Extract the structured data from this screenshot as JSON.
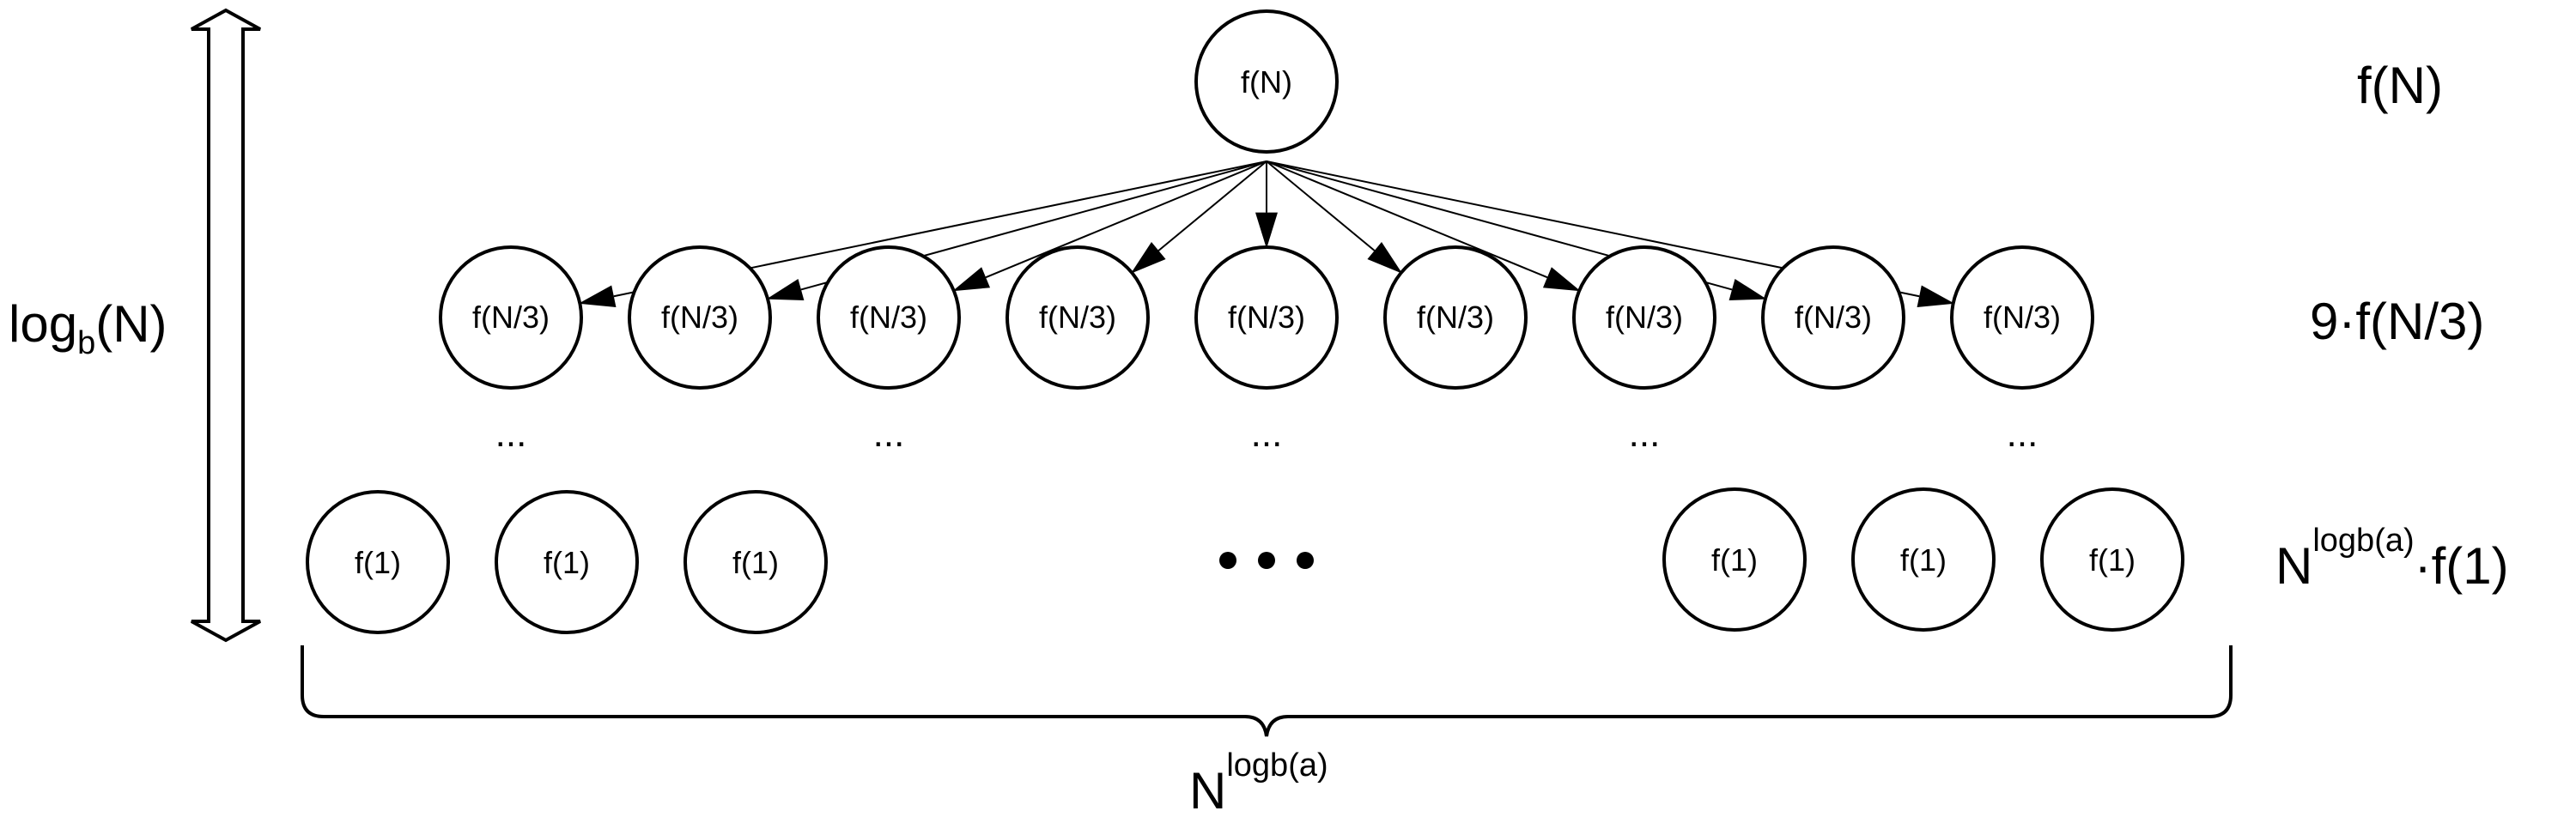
{
  "tree": {
    "root": {
      "label": "f(N)"
    },
    "level1": [
      {
        "label": "f(N/3)"
      },
      {
        "label": "f(N/3)"
      },
      {
        "label": "f(N/3)"
      },
      {
        "label": "f(N/3)"
      },
      {
        "label": "f(N/3)"
      },
      {
        "label": "f(N/3)"
      },
      {
        "label": "f(N/3)"
      },
      {
        "label": "f(N/3)"
      },
      {
        "label": "f(N/3)"
      }
    ],
    "ellipses": [
      "...",
      "...",
      "...",
      "...",
      "..."
    ],
    "leaves_left": [
      {
        "label": "f(1)"
      },
      {
        "label": "f(1)"
      },
      {
        "label": "f(1)"
      }
    ],
    "leaves_right": [
      {
        "label": "f(1)"
      },
      {
        "label": "f(1)"
      },
      {
        "label": "f(1)"
      }
    ]
  },
  "level_costs": {
    "root": "f(N)",
    "level1": "9·f(N/3)",
    "leaves_base": "N",
    "leaves_exponent": "logb(a)",
    "leaves_factor": "·f(1)"
  },
  "height_label": {
    "base": "log",
    "subscript": "b",
    "argument": "(N)"
  },
  "leaf_count_label": {
    "base": "N",
    "exponent": "logb(a)"
  }
}
